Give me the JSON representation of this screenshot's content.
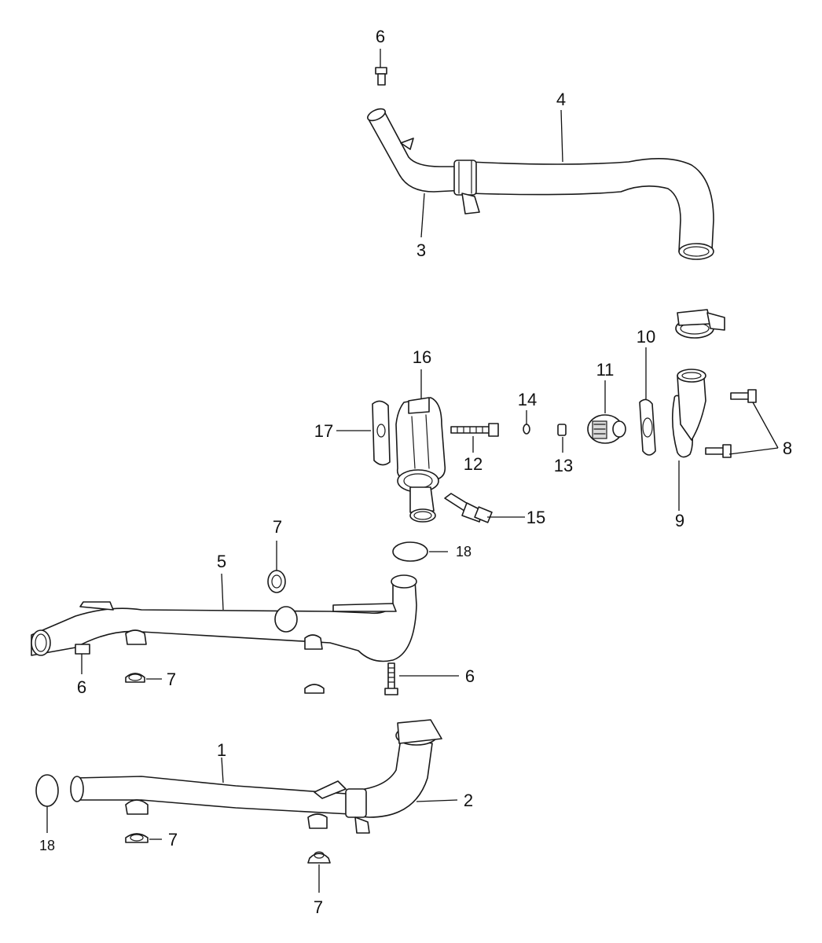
{
  "diagram": {
    "callouts": [
      {
        "id": "c6_top",
        "label": "6"
      },
      {
        "id": "c4",
        "label": "4"
      },
      {
        "id": "c3",
        "label": "3"
      },
      {
        "id": "c16",
        "label": "16"
      },
      {
        "id": "c10",
        "label": "10"
      },
      {
        "id": "c11",
        "label": "11"
      },
      {
        "id": "c14",
        "label": "14"
      },
      {
        "id": "c17",
        "label": "17"
      },
      {
        "id": "c12",
        "label": "12"
      },
      {
        "id": "c13",
        "label": "13"
      },
      {
        "id": "c8",
        "label": "8"
      },
      {
        "id": "c15",
        "label": "15"
      },
      {
        "id": "c9",
        "label": "9"
      },
      {
        "id": "c7_a",
        "label": "7"
      },
      {
        "id": "c5",
        "label": "5"
      },
      {
        "id": "c18_a",
        "label": "18"
      },
      {
        "id": "c6_left",
        "label": "6"
      },
      {
        "id": "c7_b",
        "label": "7"
      },
      {
        "id": "c6_right",
        "label": "6"
      },
      {
        "id": "c1",
        "label": "1"
      },
      {
        "id": "c2",
        "label": "2"
      },
      {
        "id": "c7_c",
        "label": "7"
      },
      {
        "id": "c18_b",
        "label": "18"
      },
      {
        "id": "c7_d",
        "label": "7"
      }
    ]
  }
}
